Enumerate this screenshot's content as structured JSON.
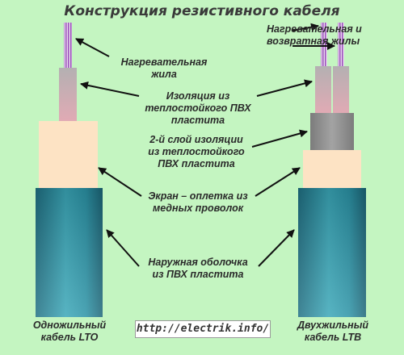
{
  "title": "Конструкция резистивного кабеля",
  "labels": {
    "heating_and_return_line1": "Нагревательная и",
    "heating_and_return_line2": "возвратная жилы",
    "heating_core_line1": "Нагревательная",
    "heating_core_line2": "жила",
    "insulation_line1": "Изоляция из",
    "insulation_line2": "теплостойкого ПВХ",
    "insulation_line3": "пластита",
    "second_layer_line1": "2-й слой изоляции",
    "second_layer_line2": "из теплостойкого",
    "second_layer_line3": "ПВХ пластита",
    "screen_line1": "Экран – оплетка из",
    "screen_line2": "медных проволок",
    "sheath_line1": "Наружная оболочка",
    "sheath_line2": "из ПВХ пластита"
  },
  "captions": {
    "left_line1": "Одножильный",
    "left_line2": "кабель LTO",
    "right_line1": "Двухжильный",
    "right_line2": "кабель LTB"
  },
  "url": "http://electrik.info/",
  "colors": {
    "background": "#c4f5c1",
    "core_wire": "#a05cc0",
    "insulation": "#c8a6ac",
    "second_insulation": "#8a8a8a",
    "screen": "#fde3c4",
    "outer_sheath": "#2f8fa0"
  }
}
